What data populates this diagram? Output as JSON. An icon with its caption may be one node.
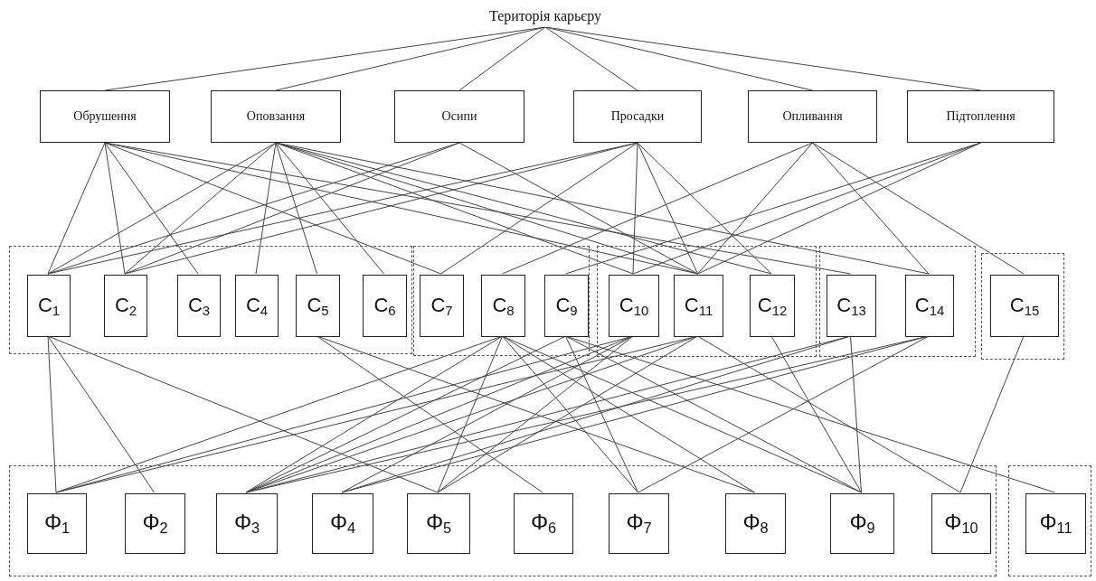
{
  "diagram": {
    "nodes": [
      {
        "text": [
          "Територія карьєру"
        ]
      },
      {
        "text": [
          "Обрушення"
        ]
      },
      {
        "text": [
          "Оповзання"
        ]
      },
      {
        "text": [
          "Осипи"
        ]
      },
      {
        "text": [
          "Просадки"
        ]
      },
      {
        "text": [
          "Опливання"
        ]
      },
      {
        "text": [
          "Підтоплення"
        ]
      },
      {
        "text": [],
        "shape": "box"
      },
      {
        "text": [
          "C$_{1}$"
        ],
        "in": 7
      },
      {
        "text": [
          "C$_{2}$"
        ],
        "in": 7
      },
      {
        "text": [
          "C$_{3}$"
        ],
        "in": 7
      },
      {
        "text": [
          "C$_{4}$"
        ],
        "in": 7
      },
      {
        "text": [
          "C$_{5}$"
        ],
        "in": 7
      },
      {
        "text": [
          "C$_{6}$"
        ],
        "in": 7
      },
      {
        "text": [],
        "shape": "box"
      },
      {
        "text": [
          "C$_{7}$"
        ],
        "in": 14
      },
      {
        "text": [
          "C$_{8}$"
        ],
        "in": 14
      },
      {
        "text": [
          "C$_{9}$"
        ],
        "in": 14
      },
      {
        "text": [],
        "shape": "box"
      },
      {
        "text": [
          "C$_{10}$"
        ],
        "in": 18
      },
      {
        "text": [
          "C$_{11}$"
        ],
        "in": 18
      },
      {
        "text": [
          "C$_{12}$"
        ],
        "in": 18
      },
      {
        "text": [],
        "shape": "box"
      },
      {
        "text": [
          "C$_{13}$"
        ],
        "in": 22
      },
      {
        "text": [
          "C$_{14}$"
        ],
        "in": 22
      },
      {
        "text": [],
        "shape": "box"
      },
      {
        "text": [
          "C$_{15}$"
        ],
        "in": 25
      },
      {
        "text": [],
        "shape": "box"
      },
      {
        "text": [
          "Φ$_{1}$"
        ],
        "in": 27
      },
      {
        "text": [
          "Φ$_{2}$"
        ],
        "in": 27
      },
      {
        "text": [
          "Φ$_{3}$"
        ],
        "in": 27
      },
      {
        "text": [
          "Φ$_{4}$"
        ],
        "in": 27
      },
      {
        "text": [
          "Φ$_{5}$"
        ],
        "in": 27
      },
      {
        "text": [
          "Φ$_{6}$"
        ],
        "in": 27
      },
      {
        "text": [
          "Φ$_{7}$"
        ],
        "in": 27
      },
      {
        "text": [
          "Φ$_{8}$"
        ],
        "in": 27
      },
      {
        "text": [
          "Φ$_{9}$"
        ],
        "in": 27
      },
      {
        "text": [
          "Φ$_{10}$"
        ],
        "in": 27
      },
      {
        "text": [],
        "shape": "box"
      },
      {
        "text": [
          "Φ$_{11}$"
        ],
        "in": 38
      }
    ],
    "edges": [
      {
        "from": 0,
        "to": 1,
        "arrow": "none"
      },
      {
        "from": 0,
        "to": 2,
        "arrow": "none"
      },
      {
        "from": 0,
        "to": 3,
        "arrow": "none"
      },
      {
        "from": 0,
        "to": 4,
        "arrow": "none"
      },
      {
        "from": 0,
        "to": 5,
        "arrow": "none"
      },
      {
        "from": 0,
        "to": 6,
        "arrow": "none"
      },
      {
        "from": 1,
        "to": 8,
        "arrow": "none"
      },
      {
        "from": 1,
        "to": 9,
        "arrow": "none"
      },
      {
        "from": 1,
        "to": 10,
        "arrow": "none"
      },
      {
        "from": 1,
        "to": 15,
        "arrow": "none"
      },
      {
        "from": 1,
        "to": 20,
        "arrow": "none"
      },
      {
        "from": 1,
        "to": 23,
        "arrow": "none"
      },
      {
        "from": 2,
        "to": 8,
        "arrow": "none"
      },
      {
        "from": 2,
        "to": 9,
        "arrow": "none"
      },
      {
        "from": 2,
        "to": 11,
        "arrow": "none"
      },
      {
        "from": 2,
        "to": 12,
        "arrow": "none"
      },
      {
        "from": 2,
        "to": 13,
        "arrow": "none"
      },
      {
        "from": 2,
        "to": 19,
        "arrow": "none"
      },
      {
        "from": 2,
        "to": 20,
        "arrow": "none"
      },
      {
        "from": 2,
        "to": 21,
        "arrow": "none"
      },
      {
        "from": 2,
        "to": 24,
        "arrow": "none"
      },
      {
        "from": 3,
        "to": 8,
        "arrow": "none"
      },
      {
        "from": 3,
        "to": 9,
        "arrow": "none"
      },
      {
        "from": 3,
        "to": 20,
        "arrow": "none"
      },
      {
        "from": 4,
        "to": 8,
        "arrow": "none"
      },
      {
        "from": 4,
        "to": 9,
        "arrow": "none"
      },
      {
        "from": 4,
        "to": 15,
        "arrow": "none"
      },
      {
        "from": 4,
        "to": 19,
        "arrow": "none"
      },
      {
        "from": 4,
        "to": 20,
        "arrow": "none"
      },
      {
        "from": 4,
        "to": 21,
        "arrow": "none"
      },
      {
        "from": 5,
        "to": 16,
        "arrow": "none"
      },
      {
        "from": 5,
        "to": 20,
        "arrow": "none"
      },
      {
        "from": 5,
        "to": 24,
        "arrow": "none"
      },
      {
        "from": 5,
        "to": 26,
        "arrow": "none"
      },
      {
        "from": 6,
        "to": 17,
        "arrow": "none"
      },
      {
        "from": 6,
        "to": 19,
        "arrow": "none"
      },
      {
        "from": 6,
        "to": 20,
        "arrow": "none"
      },
      {
        "from": 8,
        "to": 28,
        "arrow": "none"
      },
      {
        "from": 8,
        "to": 29,
        "arrow": "none"
      },
      {
        "from": 8,
        "to": 32,
        "arrow": "none"
      },
      {
        "from": 12,
        "to": 33,
        "arrow": "none"
      },
      {
        "from": 12,
        "to": 35,
        "arrow": "none"
      },
      {
        "from": 16,
        "to": 28,
        "arrow": "none"
      },
      {
        "from": 16,
        "to": 30,
        "arrow": "none"
      },
      {
        "from": 16,
        "to": 32,
        "arrow": "none"
      },
      {
        "from": 16,
        "to": 34,
        "arrow": "none"
      },
      {
        "from": 16,
        "to": 35,
        "arrow": "none"
      },
      {
        "from": 16,
        "to": 36,
        "arrow": "none"
      },
      {
        "from": 17,
        "to": 30,
        "arrow": "none"
      },
      {
        "from": 17,
        "to": 34,
        "arrow": "none"
      },
      {
        "from": 17,
        "to": 36,
        "arrow": "none"
      },
      {
        "from": 17,
        "to": 39,
        "arrow": "none"
      },
      {
        "from": 19,
        "to": 28,
        "arrow": "none"
      },
      {
        "from": 19,
        "to": 30,
        "arrow": "none"
      },
      {
        "from": 19,
        "to": 31,
        "arrow": "none"
      },
      {
        "from": 19,
        "to": 32,
        "arrow": "none"
      },
      {
        "from": 20,
        "to": 28,
        "arrow": "none"
      },
      {
        "from": 20,
        "to": 30,
        "arrow": "none"
      },
      {
        "from": 20,
        "to": 32,
        "arrow": "none"
      },
      {
        "from": 20,
        "to": 37,
        "arrow": "none"
      },
      {
        "from": 21,
        "to": 36,
        "arrow": "none"
      },
      {
        "from": 23,
        "to": 30,
        "arrow": "none"
      },
      {
        "from": 23,
        "to": 31,
        "arrow": "none"
      },
      {
        "from": 23,
        "to": 36,
        "arrow": "none"
      },
      {
        "from": 24,
        "to": 30,
        "arrow": "none"
      },
      {
        "from": 24,
        "to": 31,
        "arrow": "none"
      },
      {
        "from": 24,
        "to": 34,
        "arrow": "none"
      },
      {
        "from": 26,
        "to": 37,
        "arrow": "none"
      }
    ]
  }
}
